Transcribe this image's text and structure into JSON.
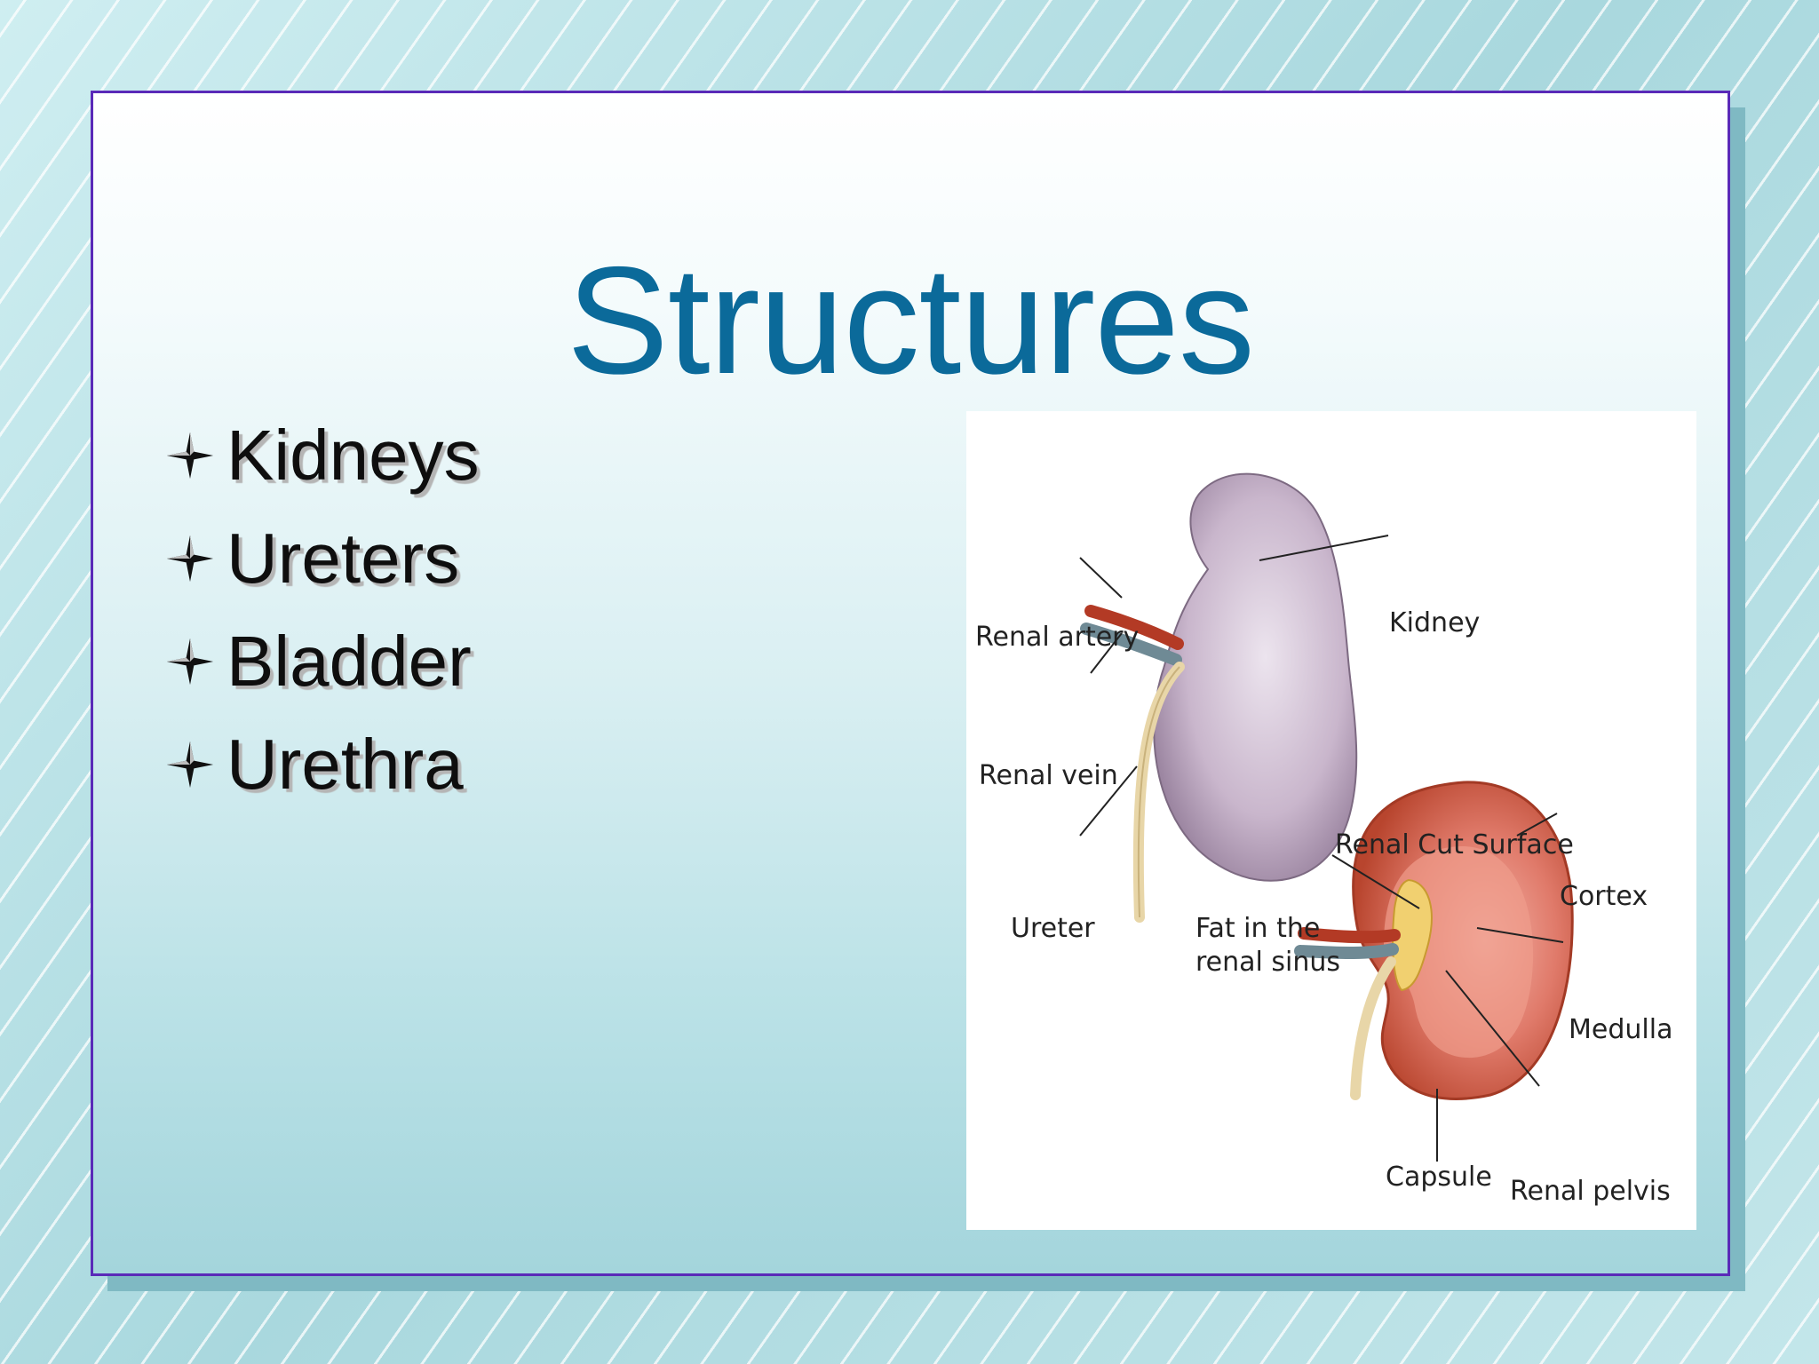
{
  "slide": {
    "title": "Structures",
    "bullets": [
      "Kidneys",
      "Ureters",
      "Bladder",
      "Urethra"
    ]
  },
  "figure": {
    "labels": {
      "renal_artery": "Renal artery",
      "kidney": "Kidney",
      "renal_vein": "Renal vein",
      "renal_cut_surface": "Renal Cut Surface",
      "ureter": "Ureter",
      "cortex": "Cortex",
      "fat_line1": "Fat in the",
      "fat_line2": "renal sinus",
      "medulla": "Medulla",
      "renal_pelvis": "Renal pelvis",
      "capsule": "Capsule"
    }
  },
  "colors": {
    "title": "#0b6a9a",
    "slide_border": "#5a2ab8",
    "bullet_text": "#0e0e0e"
  },
  "icons": {
    "bullet": "four-point-star-bullet-icon"
  }
}
